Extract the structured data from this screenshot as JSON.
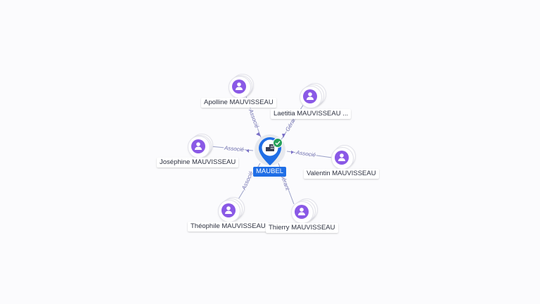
{
  "company": {
    "name": "MAUBEL",
    "status_icon": "check-icon",
    "accent": "#1f6ee6"
  },
  "people": [
    {
      "id": "apolline",
      "name": "Apolline MAUVISSEAU",
      "role": "Associé"
    },
    {
      "id": "laetitia",
      "name": "Laetitia MAUVISSEAU ...",
      "role": "Gérant"
    },
    {
      "id": "josephine",
      "name": "Joséphine MAUVISSEAU",
      "role": "Associé"
    },
    {
      "id": "valentin",
      "name": "Valentin MAUVISSEAU",
      "role": "Associé"
    },
    {
      "id": "theophile",
      "name": "Théophile MAUVISSEAU",
      "role": "Associé"
    },
    {
      "id": "thierry",
      "name": "Thierry MAUVISSEAU",
      "role": "Gérant"
    }
  ],
  "colors": {
    "person_node": "#8a59e6",
    "edge": "#9aa0c8",
    "status_ok": "#27a05a"
  }
}
